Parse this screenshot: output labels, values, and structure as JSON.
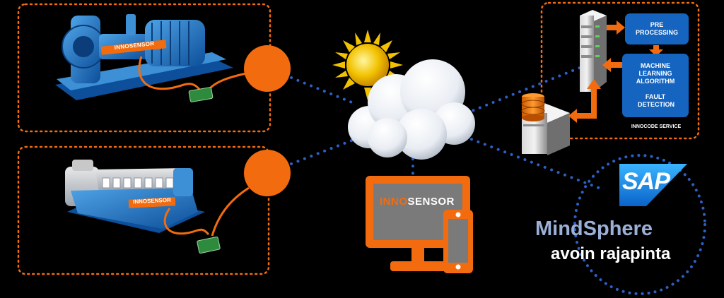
{
  "sensor_tag_top": "INNOSENSOR",
  "sensor_tag_bottom": "INNOSENSOR",
  "monitor_brand_part1": "INNO",
  "monitor_brand_part2": "SENSOR",
  "service": {
    "pre_processing": "PRE PROCESSING",
    "ml_algorithm": "MACHINE LEARNING ALGORITHM",
    "fault_detection": "FAULT DETECTION",
    "caption": "INNOCODE SERVICE"
  },
  "sap_logo": "SAP",
  "mindsphere": "MindSphere",
  "avoin": "avoin rajapinta",
  "colors": {
    "accent_orange": "#f26c0f",
    "dot_blue": "#2d5fc4",
    "service_blue": "#1565c0",
    "mindsphere_text": "#9bb0d6"
  }
}
